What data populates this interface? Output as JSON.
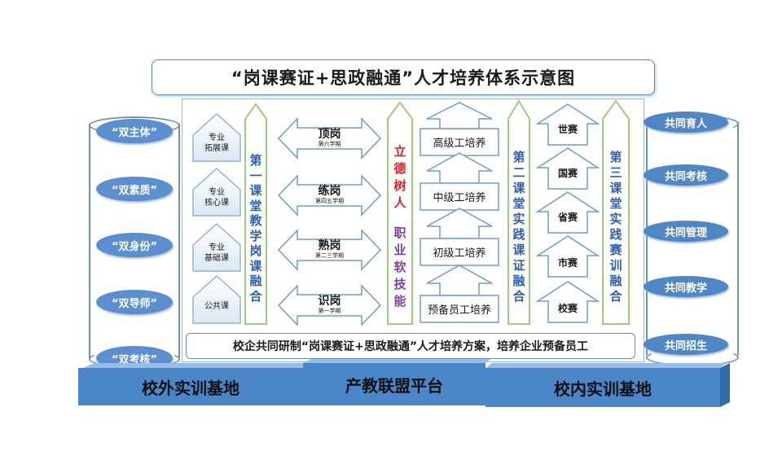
{
  "title": "“岗课赛证+思政融通”人才培养体系示意图",
  "left_cylinder": [
    "“双主体”",
    "“双素质”",
    "“双身份”",
    "“双导师”",
    "“双考核”"
  ],
  "right_cylinder": [
    "共同育人",
    "共同考核",
    "共同管理",
    "共同教学",
    "共同招生"
  ],
  "courses": [
    {
      "l1": "专业",
      "l2": "拓展课"
    },
    {
      "l1": "专业",
      "l2": "核心课"
    },
    {
      "l1": "专业",
      "l2": "基础课"
    },
    {
      "l1": "",
      "l2": "公共课"
    }
  ],
  "classroom1": "第一课堂教学岗课融合",
  "posts": [
    {
      "name": "顶岗",
      "term": "第六学期"
    },
    {
      "name": "练岗",
      "term": "第四五学期"
    },
    {
      "name": "熟岗",
      "term": "第二三学期"
    },
    {
      "name": "识岗",
      "term": "第一学期"
    }
  ],
  "center_red": "立德树人",
  "center_purple": "职业软技能",
  "workers": [
    "高级工培养",
    "中级工培养",
    "初级工培养",
    "预备员工培养"
  ],
  "classroom2": "第二课堂实践课证融合",
  "contests": [
    "世赛",
    "国赛",
    "省赛",
    "市赛",
    "校赛"
  ],
  "classroom3": "第三课堂实践赛训融合",
  "plan_text": "校企共同研制“岗课赛证+思政融通”人才培养方案，培养企业预备员工",
  "base_left": "校外实训基地",
  "base_mid": "产教联盟平台",
  "base_right": "校内实训基地",
  "colors": {
    "accent": "#4f86c6",
    "arrow_green": "#9ccf7a",
    "red": "#e02020",
    "purple": "#7b3fa0",
    "blue_text": "#2f5fb0",
    "base": "#4a86c8"
  }
}
